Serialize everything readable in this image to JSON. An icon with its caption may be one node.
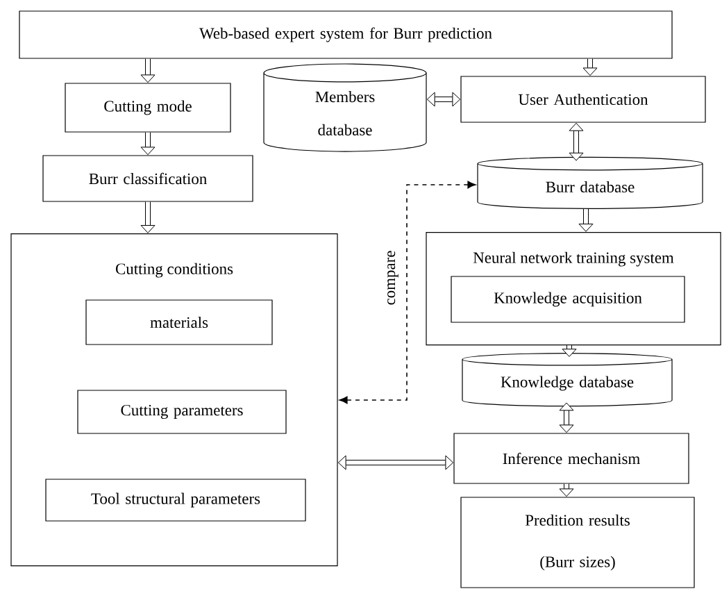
{
  "diagram": {
    "nodes": [
      {
        "text": [
          "Web-based expert system for Burr prediction"
        ]
      },
      {
        "text": [
          "Cutting mode"
        ]
      },
      {
        "text": [
          "Burr classification"
        ]
      },
      {
        "text": [
          "Cutting conditions"
        ]
      },
      {
        "text": [
          "materials"
        ],
        "in": 3
      },
      {
        "text": [
          "Cutting parameters"
        ],
        "in": 3
      },
      {
        "text": [
          "Tool structural parameters"
        ],
        "in": 3
      },
      {
        "text": [
          "Members database"
        ]
      },
      {
        "text": [
          "User Authentication"
        ]
      },
      {
        "text": [
          "Burr database"
        ]
      },
      {
        "text": [
          "Neural network training system"
        ]
      },
      {
        "text": [
          "Knowledge acquisition"
        ],
        "in": 10
      },
      {
        "text": [
          "Knowledge database"
        ]
      },
      {
        "text": [
          "Inference mechanism"
        ]
      },
      {
        "text": [
          "Predition results (Burr sizes)"
        ]
      }
    ],
    "edges": [
      {
        "from": 0,
        "to": 1,
        "arrow": "to"
      },
      {
        "from": 1,
        "to": 2,
        "arrow": "to"
      },
      {
        "from": 2,
        "to": 3,
        "arrow": "to"
      },
      {
        "from": 0,
        "to": 8,
        "arrow": "to"
      },
      {
        "from": 7,
        "to": 8,
        "arrow": "both"
      },
      {
        "from": 8,
        "to": 9,
        "arrow": "both"
      },
      {
        "from": 9,
        "to": 10,
        "arrow": "to"
      },
      {
        "from": 10,
        "to": 12,
        "arrow": "to"
      },
      {
        "from": 12,
        "to": 13,
        "arrow": "both"
      },
      {
        "from": 13,
        "to": 14,
        "arrow": "to"
      },
      {
        "from": 3,
        "to": 13,
        "arrow": "both"
      },
      {
        "from": 9,
        "to": 3,
        "arrow": "both",
        "label": "compare",
        "style": "dashed"
      }
    ]
  }
}
